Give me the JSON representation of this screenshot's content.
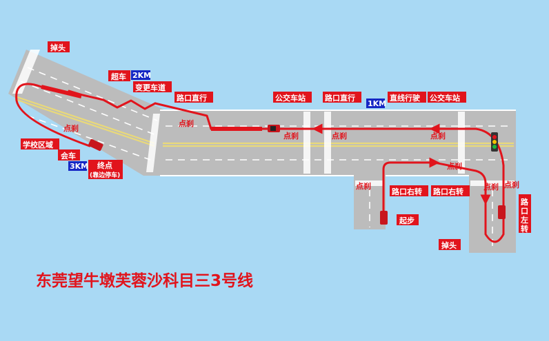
{
  "title": "东莞望牛墩芙蓉沙科目三3号线",
  "labels": {
    "uturn_top": "掉头",
    "overtake": "超车",
    "change_lane": "变更车道",
    "straight_1": "路口直行",
    "bus_stop_1": "公交车站",
    "straight_2": "路口直行",
    "straight_drive": "直线行驶",
    "bus_stop_2": "公交车站",
    "school_zone": "学校区域",
    "meet_car": "会车",
    "end_point": "终点",
    "end_note": "(靠边停车)",
    "right_turn_1": "路口右转",
    "right_turn_2": "路口右转",
    "left_turn": "路口左转",
    "start": "起步",
    "uturn_bottom": "掉头"
  },
  "distances": {
    "km2": "2KM",
    "km1": "1KM",
    "km3": "3KM"
  },
  "brake_points": [
    "点刹",
    "点刹",
    "点刹",
    "点刹",
    "点刹",
    "点刹",
    "点刹",
    "点刹",
    "点刹"
  ],
  "colors": {
    "background": "#a9d9f4",
    "road": "#bcbcbc",
    "route": "#e1141c",
    "distance_badge": "#1627c4",
    "center_line": "#e9d97a"
  },
  "icons": [
    "car-icon",
    "traffic-light-icon",
    "arrow-icon"
  ]
}
